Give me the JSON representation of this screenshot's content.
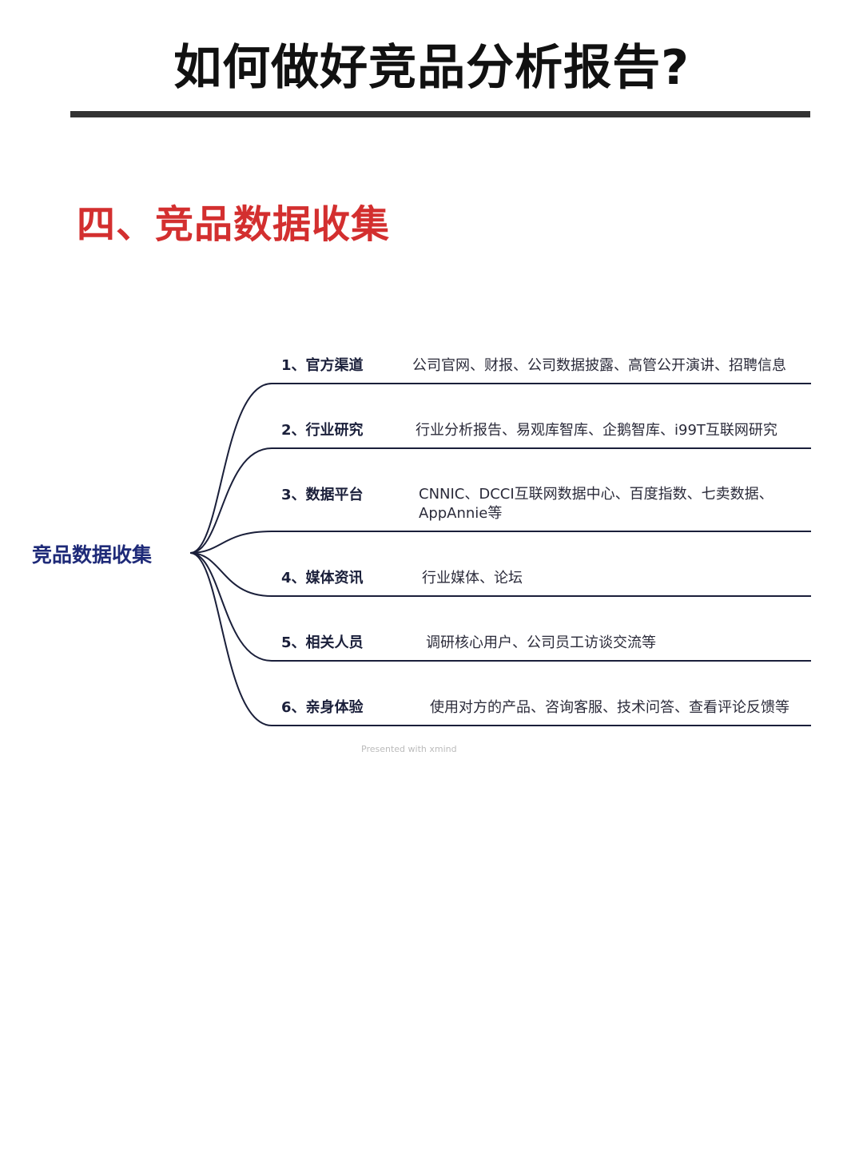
{
  "header": {
    "title": "如何做好竞品分析报告?",
    "section_heading": "四、竞品数据收集"
  },
  "mindmap": {
    "root": "竞品数据收集",
    "branches": [
      {
        "label": "1、官方渠道",
        "detail": [
          "公司官网、财报、公司数据披露、高管公开演讲、招聘信息"
        ]
      },
      {
        "label": "2、行业研究",
        "detail": [
          "行业分析报告、易观库智库、企鹅智库、i99T互联网研究"
        ]
      },
      {
        "label": "3、数据平台",
        "detail": [
          "CNNIC、DCCI互联网数据中心、百度指数、七卖数据、",
          "AppAnnie等"
        ]
      },
      {
        "label": "4、媒体资讯",
        "detail": [
          "行业媒体、论坛"
        ]
      },
      {
        "label": "5、相关人员",
        "detail": [
          "调研核心用户、公司员工访谈交流等"
        ]
      },
      {
        "label": "6、亲身体验",
        "detail": [
          "使用对方的产品、咨询客服、技术问答、查看评论反馈等"
        ]
      }
    ],
    "line_color": "#1a1f3a",
    "root_color": "#1e2a78"
  },
  "footer": {
    "watermark": "Presented with xmind"
  }
}
